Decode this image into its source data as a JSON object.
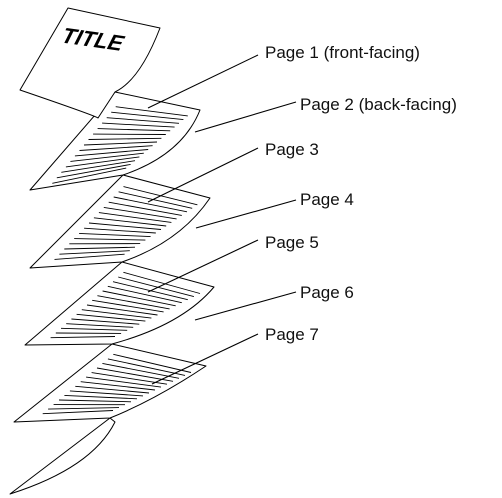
{
  "title_page": {
    "text": "TITLE"
  },
  "labels": [
    "Page 1 (front-facing)",
    "Page 2 (back-facing)",
    "Page 3",
    "Page 4",
    "Page 5",
    "Page 6",
    "Page 7"
  ]
}
